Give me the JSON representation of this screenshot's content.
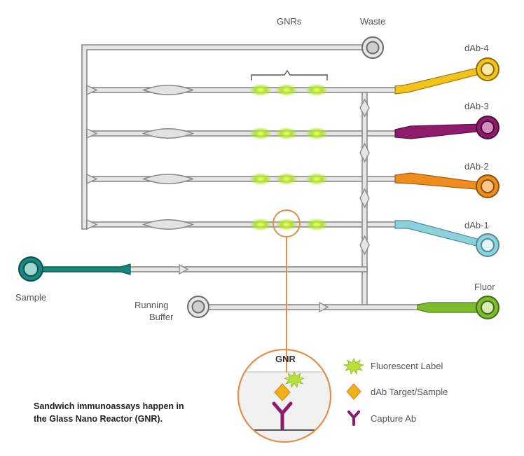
{
  "labels": {
    "gnrs": "GNRs",
    "waste": "Waste",
    "dab4": "dAb-4",
    "dab3": "dAb-3",
    "dab2": "dAb-2",
    "dab1": "dAb-1",
    "sample": "Sample",
    "running_buffer_line1": "Running",
    "running_buffer_line2": "Buffer",
    "fluor": "Fluor"
  },
  "inset": {
    "title": "GNR"
  },
  "legend": [
    {
      "icon": "fluorescent-label-icon",
      "label": "Fluorescent Label"
    },
    {
      "icon": "dab-target-icon",
      "label": "dAb Target/Sample"
    },
    {
      "icon": "capture-ab-icon",
      "label": "Capture Ab"
    }
  ],
  "caption": {
    "line1": "Sandwich immunoassays happen in",
    "line2": "the Glass Nano Reactor (GNR)."
  },
  "colors": {
    "channel_fill": "#e6e6e6",
    "channel_stroke": "#8a8a8a",
    "dab4": "#f2c31b",
    "dab3": "#8e1b6b",
    "dab2": "#ee8c1e",
    "dab1": "#8cd1db",
    "sample": "#17877d",
    "fluor": "#7dbb2e",
    "gnr_glow": "#9bd42a",
    "highlight_circle": "#e0904a",
    "capture_ab": "#8e1b6b",
    "dab_target": "#f2b01b",
    "fluorescent_label": "#b8df3a"
  }
}
